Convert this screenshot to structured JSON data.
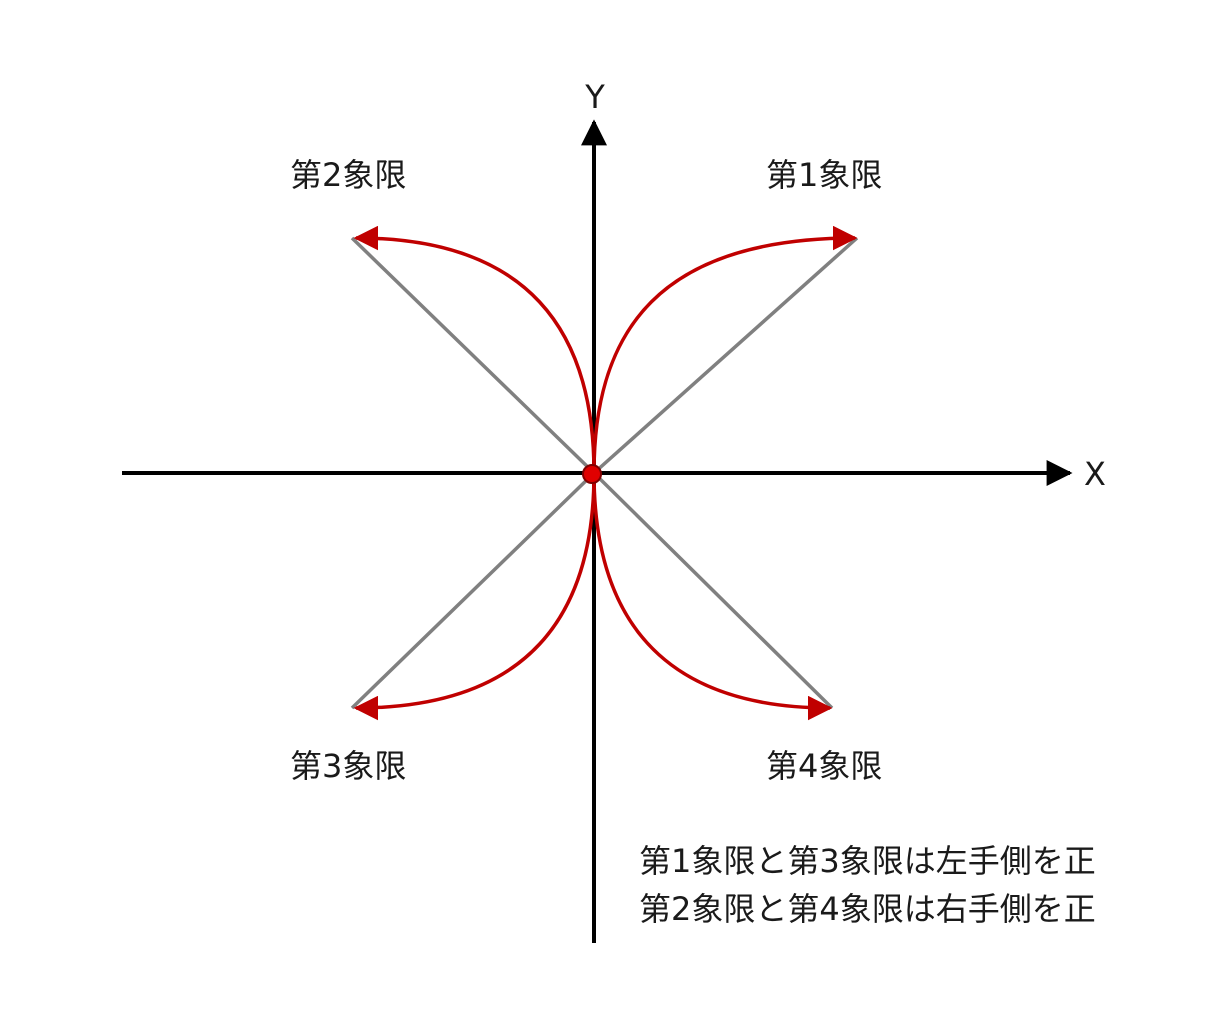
{
  "axes": {
    "x_label": "X",
    "y_label": "Y"
  },
  "quadrants": {
    "q1": "第1象限",
    "q2": "第2象限",
    "q3": "第3象限",
    "q4": "第4象限"
  },
  "note": {
    "line1": "第1象限と第3象限は左手側を正",
    "line2": "第2象限と第4象限は右手側を正"
  },
  "colors": {
    "axis": "#000000",
    "diagonal": "#808080",
    "arc": "#c00000",
    "origin": "#e00000"
  }
}
